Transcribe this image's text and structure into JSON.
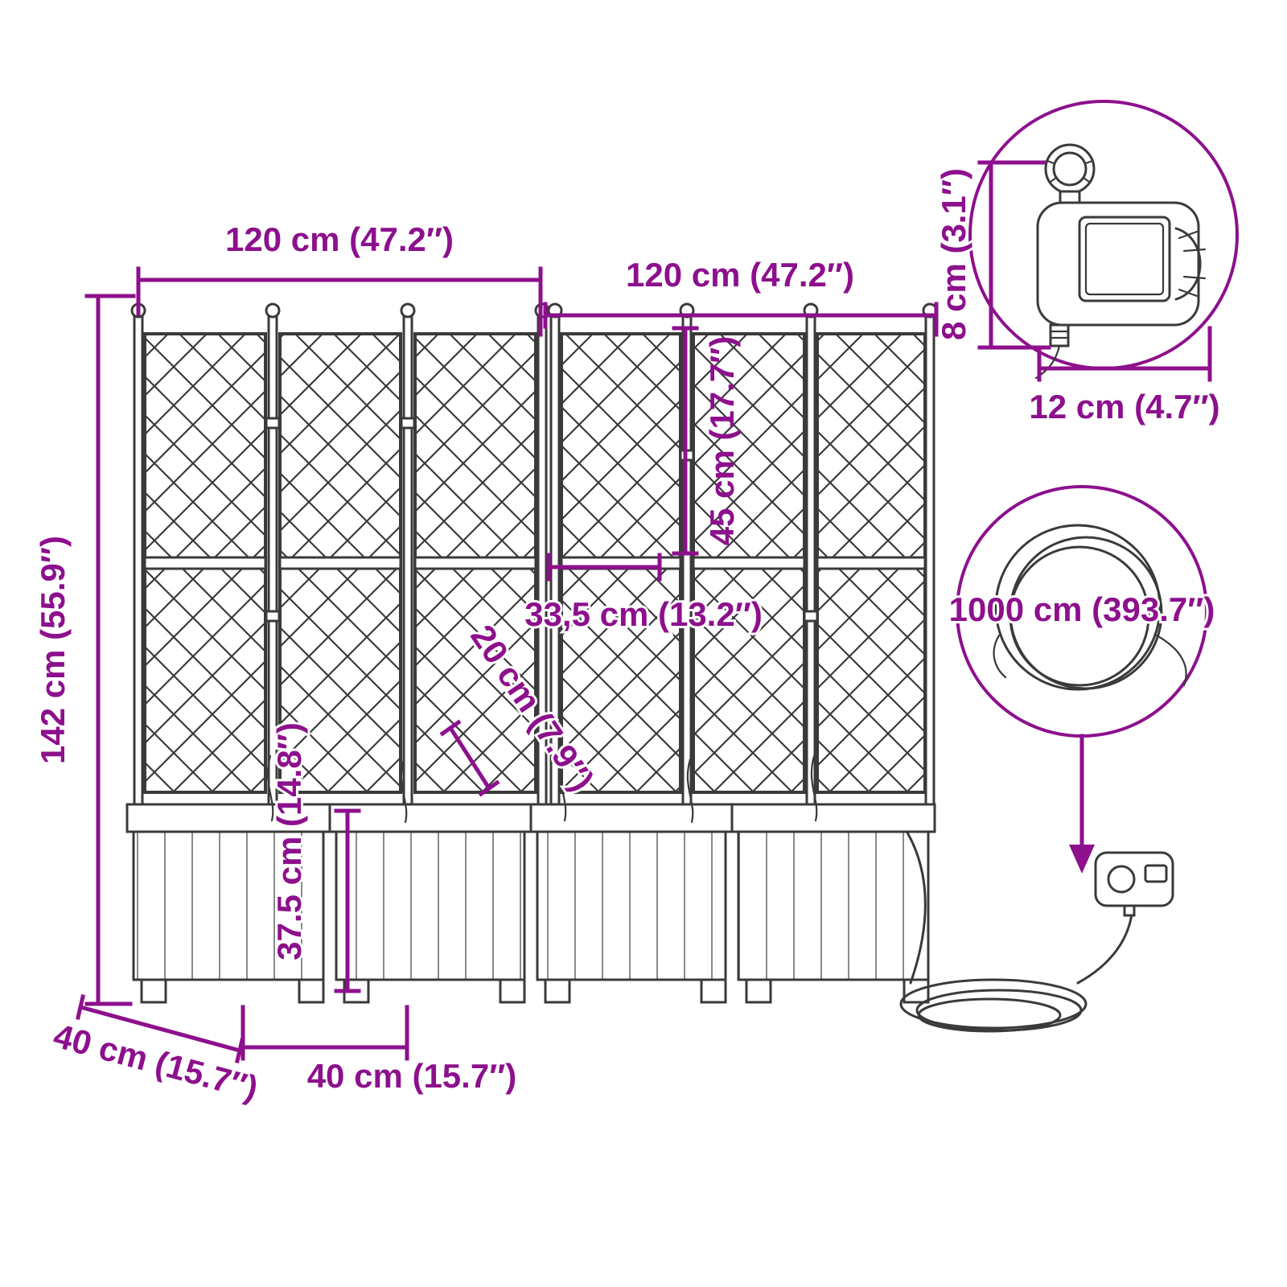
{
  "diagram": {
    "accent_color": "#8d108d",
    "line_color": "#3a3a3a",
    "background_color": "#ffffff",
    "labels": {
      "width_left": "120 cm (47.2″)",
      "width_right": "120 cm (47.2″)",
      "height_total": "142 cm (55.9″)",
      "trellis_section_height": "45 cm (17.7″)",
      "corner_panel_width": "33,5 cm (13.2″)",
      "inner_depth": "20 cm (7.9″)",
      "planter_box_height": "37.5 cm (14.8″)",
      "depth_left": "40 cm (15.7″)",
      "depth_front": "40 cm (15.7″)",
      "timer_height": "8 cm (3.1″)",
      "timer_width": "12 cm (4.7″)",
      "hose_length": "1000 cm (393.7″)"
    }
  }
}
